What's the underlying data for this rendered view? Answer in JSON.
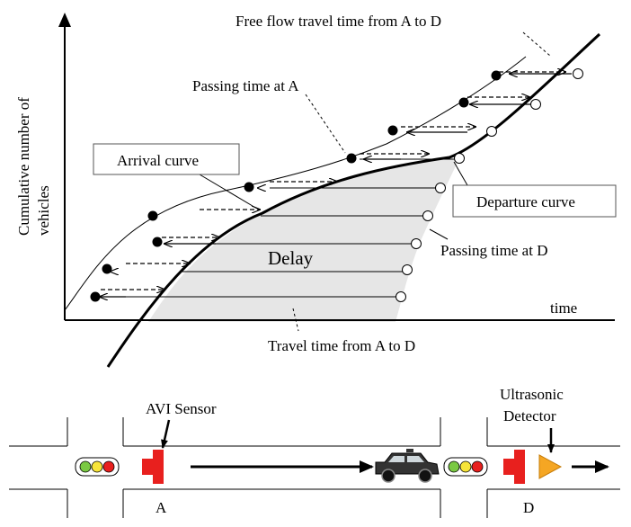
{
  "diagram": {
    "y_axis_label_line1": "Cumulative number of",
    "y_axis_label_line2": "vehicles",
    "x_axis_label": "time",
    "annotations": {
      "free_flow": "Free flow travel time from A to D",
      "passing_a": "Passing time at A",
      "arrival_curve": "Arrival curve",
      "departure_curve": "Departure curve",
      "passing_d": "Passing time at D",
      "delay": "Delay",
      "travel_time": "Travel time from A to D"
    }
  },
  "road": {
    "avi_sensor": "AVI Sensor",
    "ultrasonic_line1": "Ultrasonic",
    "ultrasonic_line2": "Detector",
    "point_a": "A",
    "point_d": "D"
  },
  "colors": {
    "delay_fill": "#e6e6e6",
    "sensor_red": "#e8201e",
    "detector_orange": "#f5a623",
    "signal_green": "#7ac943",
    "signal_yellow": "#f7e43a",
    "signal_red": "#e8201e"
  }
}
